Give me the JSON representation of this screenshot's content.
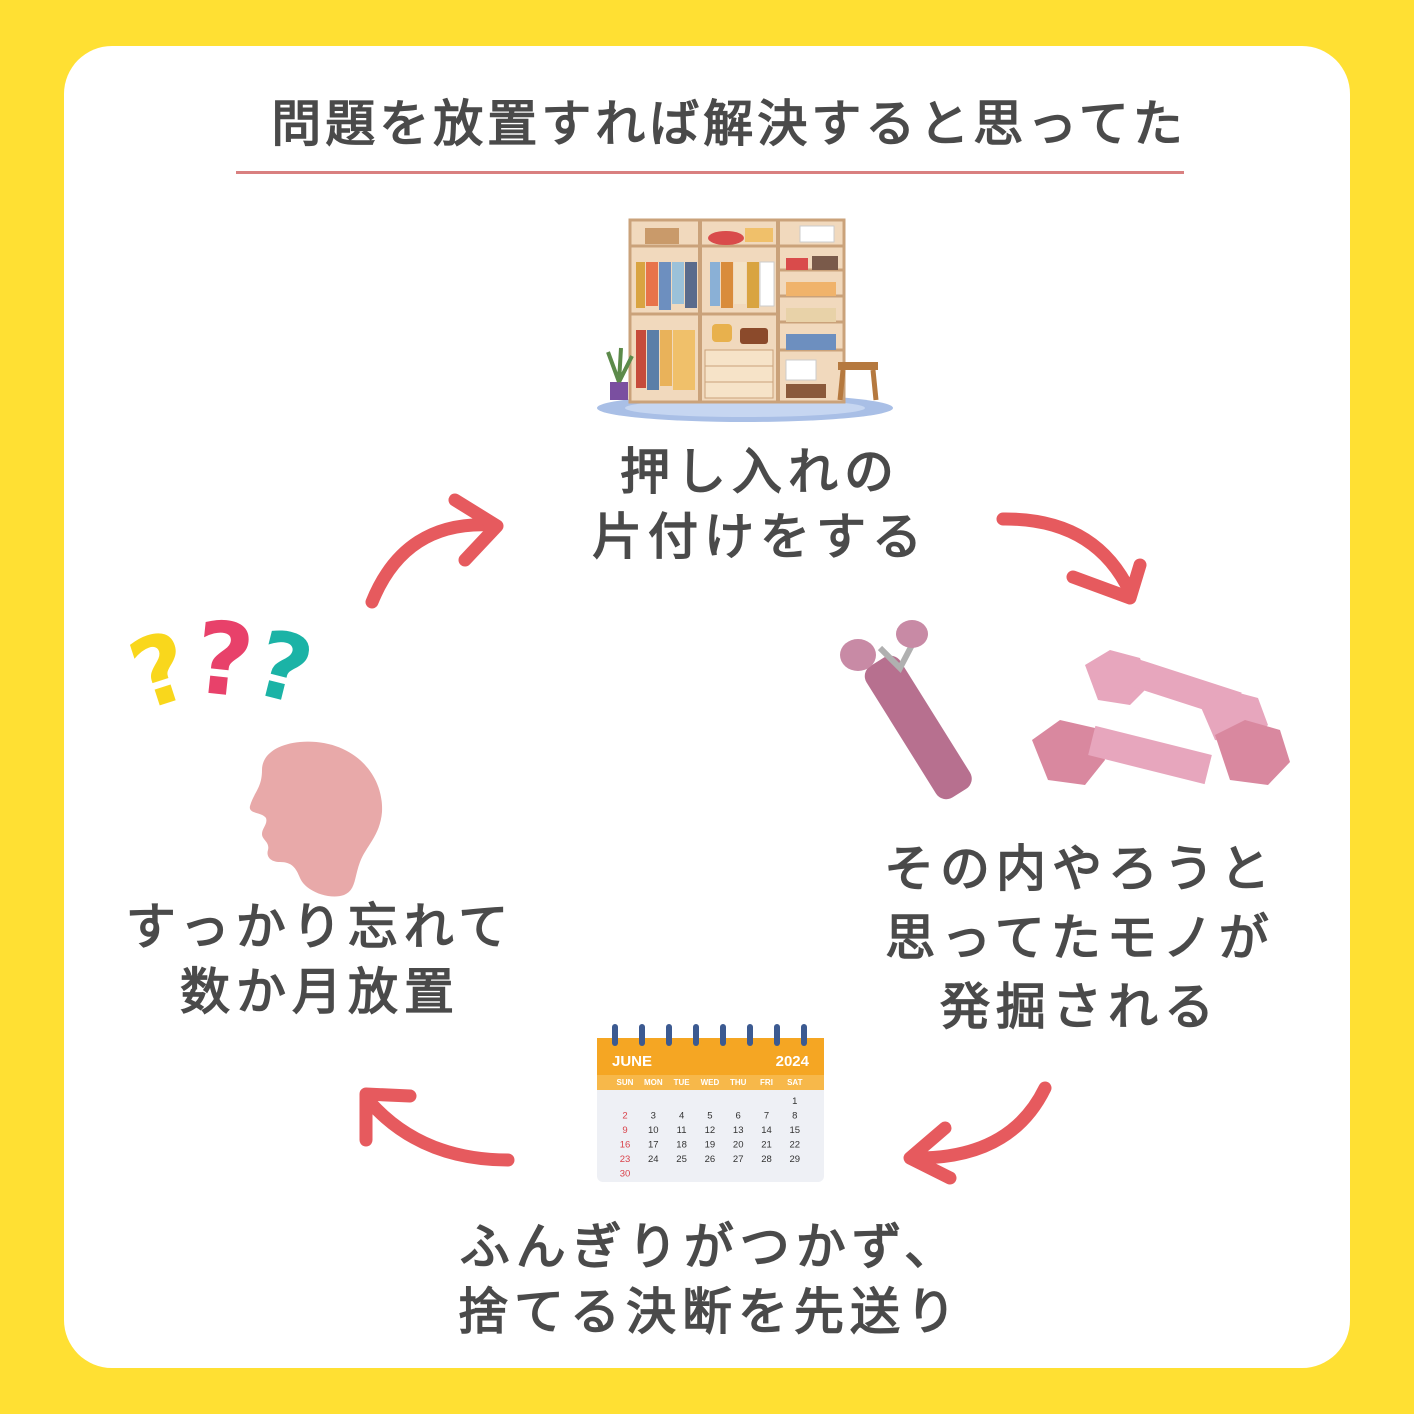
{
  "title": "問題を放置すれば解決すると思ってた",
  "steps": {
    "top": {
      "line1": "押し入れの",
      "line2": "片付けをする",
      "icon": "closet-icon"
    },
    "right": {
      "line1": "その内やろうと",
      "line2": "思ってたモノが",
      "line3": "発掘される",
      "icon": "dumbbell-roller-icon"
    },
    "bottom": {
      "line1": "ふんぎりがつかず、",
      "line2": "捨てる決断を先送り",
      "icon": "calendar-icon"
    },
    "left": {
      "line1": "すっかり忘れて",
      "line2": "数か月放置",
      "icon": "confused-head-icon"
    }
  },
  "calendar": {
    "month": "JUNE",
    "year": "2024",
    "weekdays": [
      "SUN",
      "MON",
      "TUE",
      "WED",
      "THU",
      "FRI",
      "SAT"
    ],
    "days": [
      [
        "",
        "",
        "",
        "",
        "",
        "",
        "1"
      ],
      [
        "2",
        "3",
        "4",
        "5",
        "6",
        "7",
        "8"
      ],
      [
        "9",
        "10",
        "11",
        "12",
        "13",
        "14",
        "15"
      ],
      [
        "16",
        "17",
        "18",
        "19",
        "20",
        "21",
        "22"
      ],
      [
        "23",
        "24",
        "25",
        "26",
        "27",
        "28",
        "29"
      ],
      [
        "30",
        "",
        "",
        "",
        "",
        "",
        ""
      ]
    ]
  },
  "colors": {
    "background": "#FFE033",
    "card": "#FFFFFF",
    "text": "#4A4A4A",
    "arrow": "#E65A5E",
    "rule": "#D98080",
    "calendar_accent": "#F5A623"
  }
}
